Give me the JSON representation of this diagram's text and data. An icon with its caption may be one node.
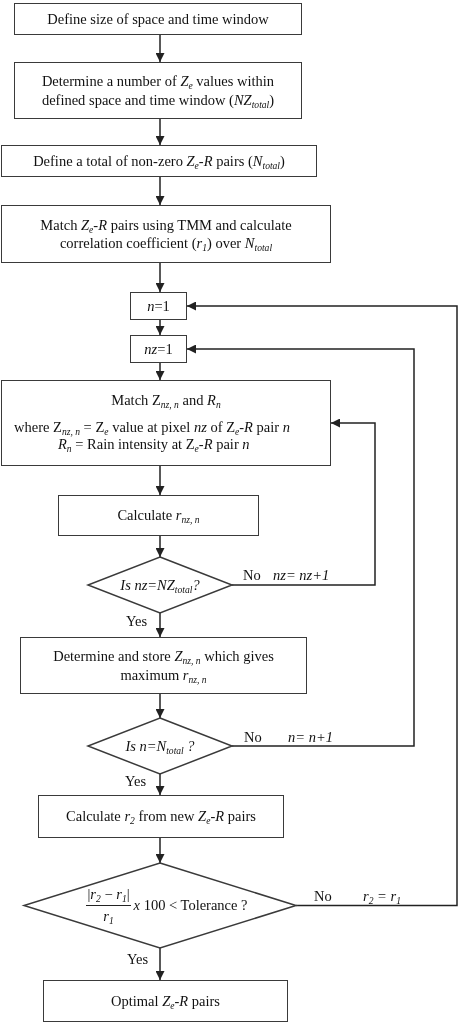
{
  "diagram": {
    "nodes": [
      {
        "text": [
          "Define size of space and time window"
        ]
      },
      {
        "text": [
          "Determine a number of *Z*$_{e}$ values within defined space and time window (*NZ*$_{total}$)"
        ]
      },
      {
        "text": [
          "Define a total of non-zero *Z*$_{e}$-*R* pairs (*N*$_{total}$)"
        ]
      },
      {
        "text": [
          "Match *Z*$_{e}$-*R* pairs using TMM and calculate correlation coefficient (*r*$_{1}$) over *N*$_{total}$"
        ]
      },
      {
        "text": [
          "*n*=1"
        ]
      },
      {
        "text": [
          "*nz*=1"
        ]
      },
      {
        "text": [
          "Match Z$_{nz, n}$ and *R*$_{n}$",
          "where Z$_{nz, n}$ = Z$_{e}$ value at pixel *nz* of Z$_{e}$-*R* pair *n*",
          "*R*$_{n}$ = Rain intensity at Z$_{e}$-*R* pair *n*"
        ]
      },
      {
        "text": [
          "Calculate *r*$_{nz, n}$"
        ]
      },
      {
        "text": [
          "Is nz=NZ$_{total}$?"
        ]
      },
      {
        "text": [
          "Determine and store *Z*$_{nz, n}$ which gives maximum *r*$_{nz, n}$"
        ]
      },
      {
        "text": [
          "Is n=N$_{total}$ ?"
        ]
      },
      {
        "text": [
          "Calculate *r*$_{2}$ from new *Z*$_{e}$-*R* pairs"
        ]
      },
      {
        "text": [
          "|*r*$_{2}$ − *r*$_{1}$|",
          "*r*$_{1}$",
          "*x* 100 < Tolerance ?"
        ]
      },
      {
        "text": [
          "Optimal *Z*$_{e}$-*R* pairs"
        ]
      }
    ],
    "edges": [
      {
        "from": 0,
        "to": 1,
        "arrow": "to"
      },
      {
        "from": 1,
        "to": 2,
        "arrow": "to"
      },
      {
        "from": 2,
        "to": 3,
        "arrow": "to"
      },
      {
        "from": 3,
        "to": 4,
        "arrow": "to"
      },
      {
        "from": 4,
        "to": 5,
        "arrow": "to"
      },
      {
        "from": 5,
        "to": 6,
        "arrow": "to"
      },
      {
        "from": 6,
        "to": 7,
        "arrow": "to"
      },
      {
        "from": 7,
        "to": 8,
        "arrow": "to"
      },
      {
        "from": 8,
        "to": 9,
        "arrow": "to",
        "label": "Yes"
      },
      {
        "from": 8,
        "to": 6,
        "arrow": "to",
        "label": "No"
      },
      {
        "from": 9,
        "to": 10,
        "arrow": "to"
      },
      {
        "from": 10,
        "to": 11,
        "arrow": "to",
        "label": "Yes"
      },
      {
        "from": 10,
        "to": 5,
        "arrow": "to",
        "label": "No"
      },
      {
        "from": 11,
        "to": 12,
        "arrow": "to"
      },
      {
        "from": 12,
        "to": 13,
        "arrow": "to",
        "label": "Yes"
      },
      {
        "from": 12,
        "to": 4,
        "arrow": "to",
        "label": "No"
      }
    ],
    "labels": [
      "nz= nz+1",
      "n= n+1",
      "r$_{2}$ = r$_{1}$"
    ]
  }
}
